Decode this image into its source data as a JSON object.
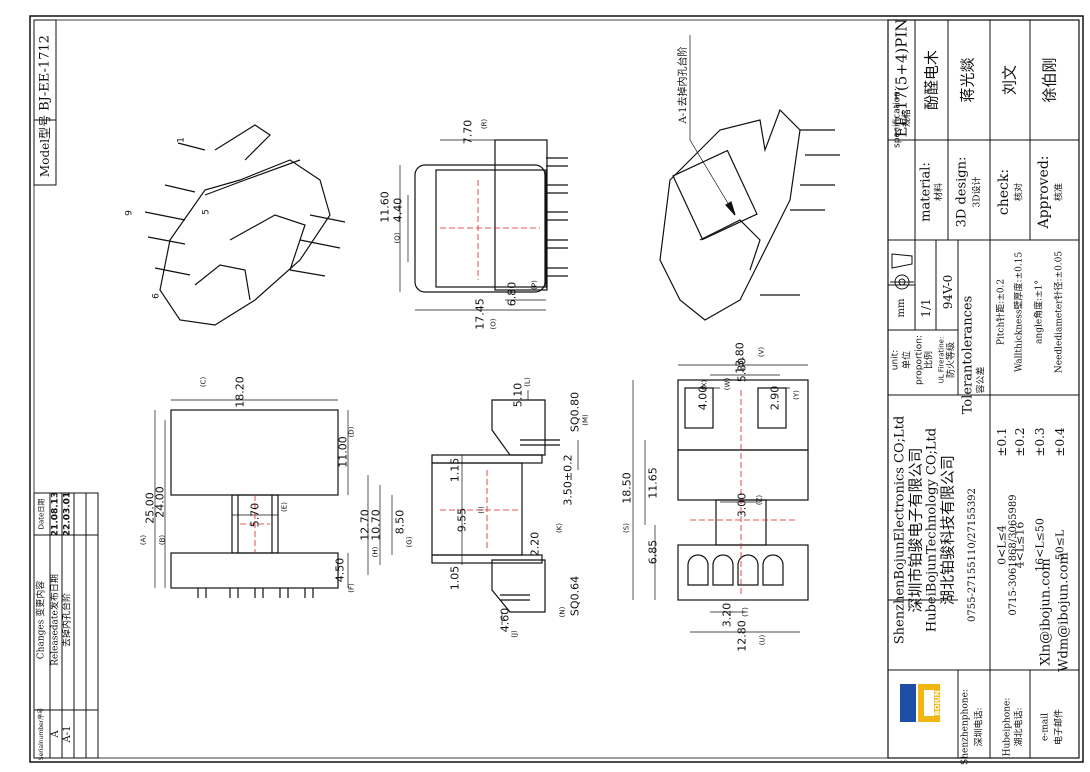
{
  "model": {
    "label": "Model型号",
    "value": "BJ-EE-1712"
  },
  "changes": {
    "headers": {
      "serial": "Serialnumber序号",
      "content": "Changes 变更内容",
      "date": "Date日期"
    },
    "rows": [
      {
        "serial": "A",
        "content": "Releasedate发布日期",
        "date": "21.08.13"
      },
      {
        "serial": "A-1",
        "content": "去掉内孔台阶",
        "date": "22.03.01"
      }
    ]
  },
  "annotation_note": "A-1去掉内孔台阶",
  "dimensions": {
    "front": {
      "A": "25.00",
      "B": "24.00",
      "C": "18.20",
      "D": "11.00",
      "E": "5.70",
      "F": "4.50"
    },
    "side": {
      "G": "8.50",
      "H": "10.70",
      "F": "12.70",
      "top": "1.15",
      "I": "9.55",
      "bottom": "1.05",
      "J": "4.60",
      "K": "2.20",
      "L": "5.10",
      "M_top": "SQ0.80",
      "pin": "3.50±0.2",
      "N": "SQ0.64"
    },
    "top": {
      "R": "7.70",
      "Q": "11.60",
      "Q2": "4.40",
      "P": "6.80",
      "O": "17.45"
    },
    "bottom": {
      "V": "13.80",
      "W": "5.80",
      "X": "4.00",
      "Y": "2.90",
      "S": "18.50",
      "S1": "11.65",
      "S2": "6.85",
      "Z": "3.00",
      "T": "3.20",
      "U": "12.80"
    },
    "ref_letters": [
      "(A)",
      "(B)",
      "(C)",
      "(D)",
      "(E)",
      "(F)",
      "(G)",
      "(H)",
      "(I)",
      "(J)",
      "(K)",
      "(L)",
      "(M)",
      "(N)",
      "(O)",
      "(P)",
      "(Q)",
      "(R)",
      "(S)",
      "(T)",
      "(U)",
      "(V)",
      "(W)",
      "(X)",
      "(Y)",
      "(Z)"
    ]
  },
  "pin_labels": {
    "p1": "1",
    "p5": "5",
    "p6": "6",
    "p9": "9"
  },
  "title_block": {
    "specification": {
      "label": "specification:",
      "label_cn": "规格",
      "value": "EE-17(5+4)PIN"
    },
    "material": {
      "label": "material:",
      "label_cn": "材料",
      "value": "酚醛电木"
    },
    "design": {
      "label": "3D design:",
      "label_cn": "3D设计",
      "value": "蒋光燚"
    },
    "check": {
      "label": "check:",
      "label_cn": "核对",
      "value": "刘文"
    },
    "approved": {
      "label": "Approved:",
      "label_cn": "核准",
      "value": "徐伯刚"
    },
    "unit": {
      "label": "unit:",
      "label_cn": "单位",
      "value": "mm"
    },
    "proportion": {
      "label": "proportion:",
      "label_cn": "比例",
      "value": "1/1"
    },
    "fire": {
      "label": "UL Fireratine:",
      "label_cn": "防火等级",
      "value": "94V-0"
    },
    "tolerances_title": "Tolerantolerances",
    "tolerances_cn": "容公差",
    "tolerances": [
      {
        "range": "0<L≤4",
        "value": "±0.1"
      },
      {
        "range": "4<L≤16",
        "value": "±0.2"
      },
      {
        "range": "16<L≤50",
        "value": "±0.3"
      },
      {
        "range": "50≤L",
        "value": "±0.4"
      }
    ],
    "specs": [
      "Pitch针距:±0.2",
      "Wallthickness壁厚度:±0.15",
      "angle角度:±1°",
      "Needlediameter针径:±0.05"
    ],
    "company": [
      "ShenzhenBojunElectronics CO;Ltd",
      "深圳市铂骏电子有限公司",
      "HubeiBojunTechnology CO;Ltd",
      "湖北铂骏科技有限公司"
    ],
    "logo_text": "BOJUN",
    "contacts": [
      {
        "label": "Shenzhenphone:",
        "label_cn": "深圳电话:",
        "value": "0755-27155110/27155392"
      },
      {
        "label": "Hubeiphone:",
        "label_cn": "湖北电话:",
        "value": "0715-3061868/3065989"
      },
      {
        "label": "e-mail",
        "label_cn": "电子邮件",
        "value": "Xln@ibojun.com",
        "value2": "Wdm@ibojun.com"
      }
    ]
  }
}
